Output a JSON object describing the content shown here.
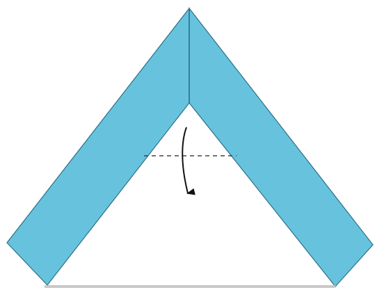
{
  "diagram": {
    "colors": {
      "paper": "#67C3DD",
      "edge": "#2C6F86",
      "base": "#C8C8C8",
      "fold_line": "#444444",
      "arrow": "#111111",
      "background": "#FFFFFF"
    },
    "elements": {
      "left_strip": "folded-paper-left-strip",
      "right_strip": "folded-paper-right-strip",
      "center_crease": "center-crease-line",
      "valley_fold": "dashed-valley-fold-line",
      "fold_arrow": "fold-down-arrow-icon",
      "base_edge": "bottom-edge-line"
    }
  }
}
